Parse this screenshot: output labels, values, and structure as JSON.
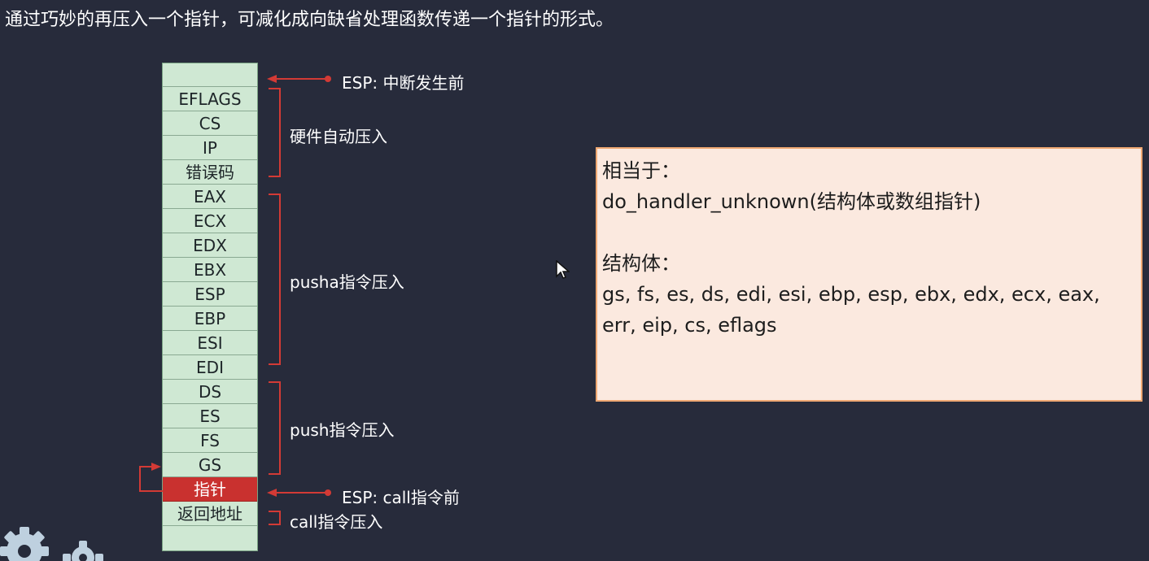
{
  "header": {
    "title": "通过巧妙的再压入一个指针，可减化成向缺省处理函数传递一个指针的形式。"
  },
  "stack": {
    "cells": [
      "",
      "EFLAGS",
      "CS",
      "IP",
      "错误码",
      "EAX",
      "ECX",
      "EDX",
      "EBX",
      "ESP",
      "EBP",
      "ESI",
      "EDI",
      "DS",
      "ES",
      "FS",
      "GS",
      "指针",
      "返回地址",
      ""
    ],
    "highlight_index": 17
  },
  "labels": {
    "esp_before_interrupt": "ESP: 中断发生前",
    "hardware_auto_push": "硬件自动压入",
    "pusha_push": "pusha指令压入",
    "push_push": "push指令压入",
    "esp_before_call": "ESP: call指令前",
    "call_push": "call指令压入"
  },
  "info_box": {
    "line1": "相当于：",
    "line2": "do_handler_unknown(结构体或数组指针)",
    "line3": "",
    "line4": "结构体：",
    "line5": "gs, fs, es, ds, edi, esi, ebp, esp, ebx, edx, ecx, eax,",
    "line6": "err, eip, cs, eflags"
  },
  "colors": {
    "background": "#272b3b",
    "stack_fill": "#cfe8d3",
    "pointer_fill": "#c9312f",
    "accent_red": "#d33a35",
    "info_fill": "#fbe9df",
    "info_border": "#efa872"
  },
  "icons": {
    "cursor": "mouse-pointer-icon",
    "decor": "gear-icon"
  }
}
